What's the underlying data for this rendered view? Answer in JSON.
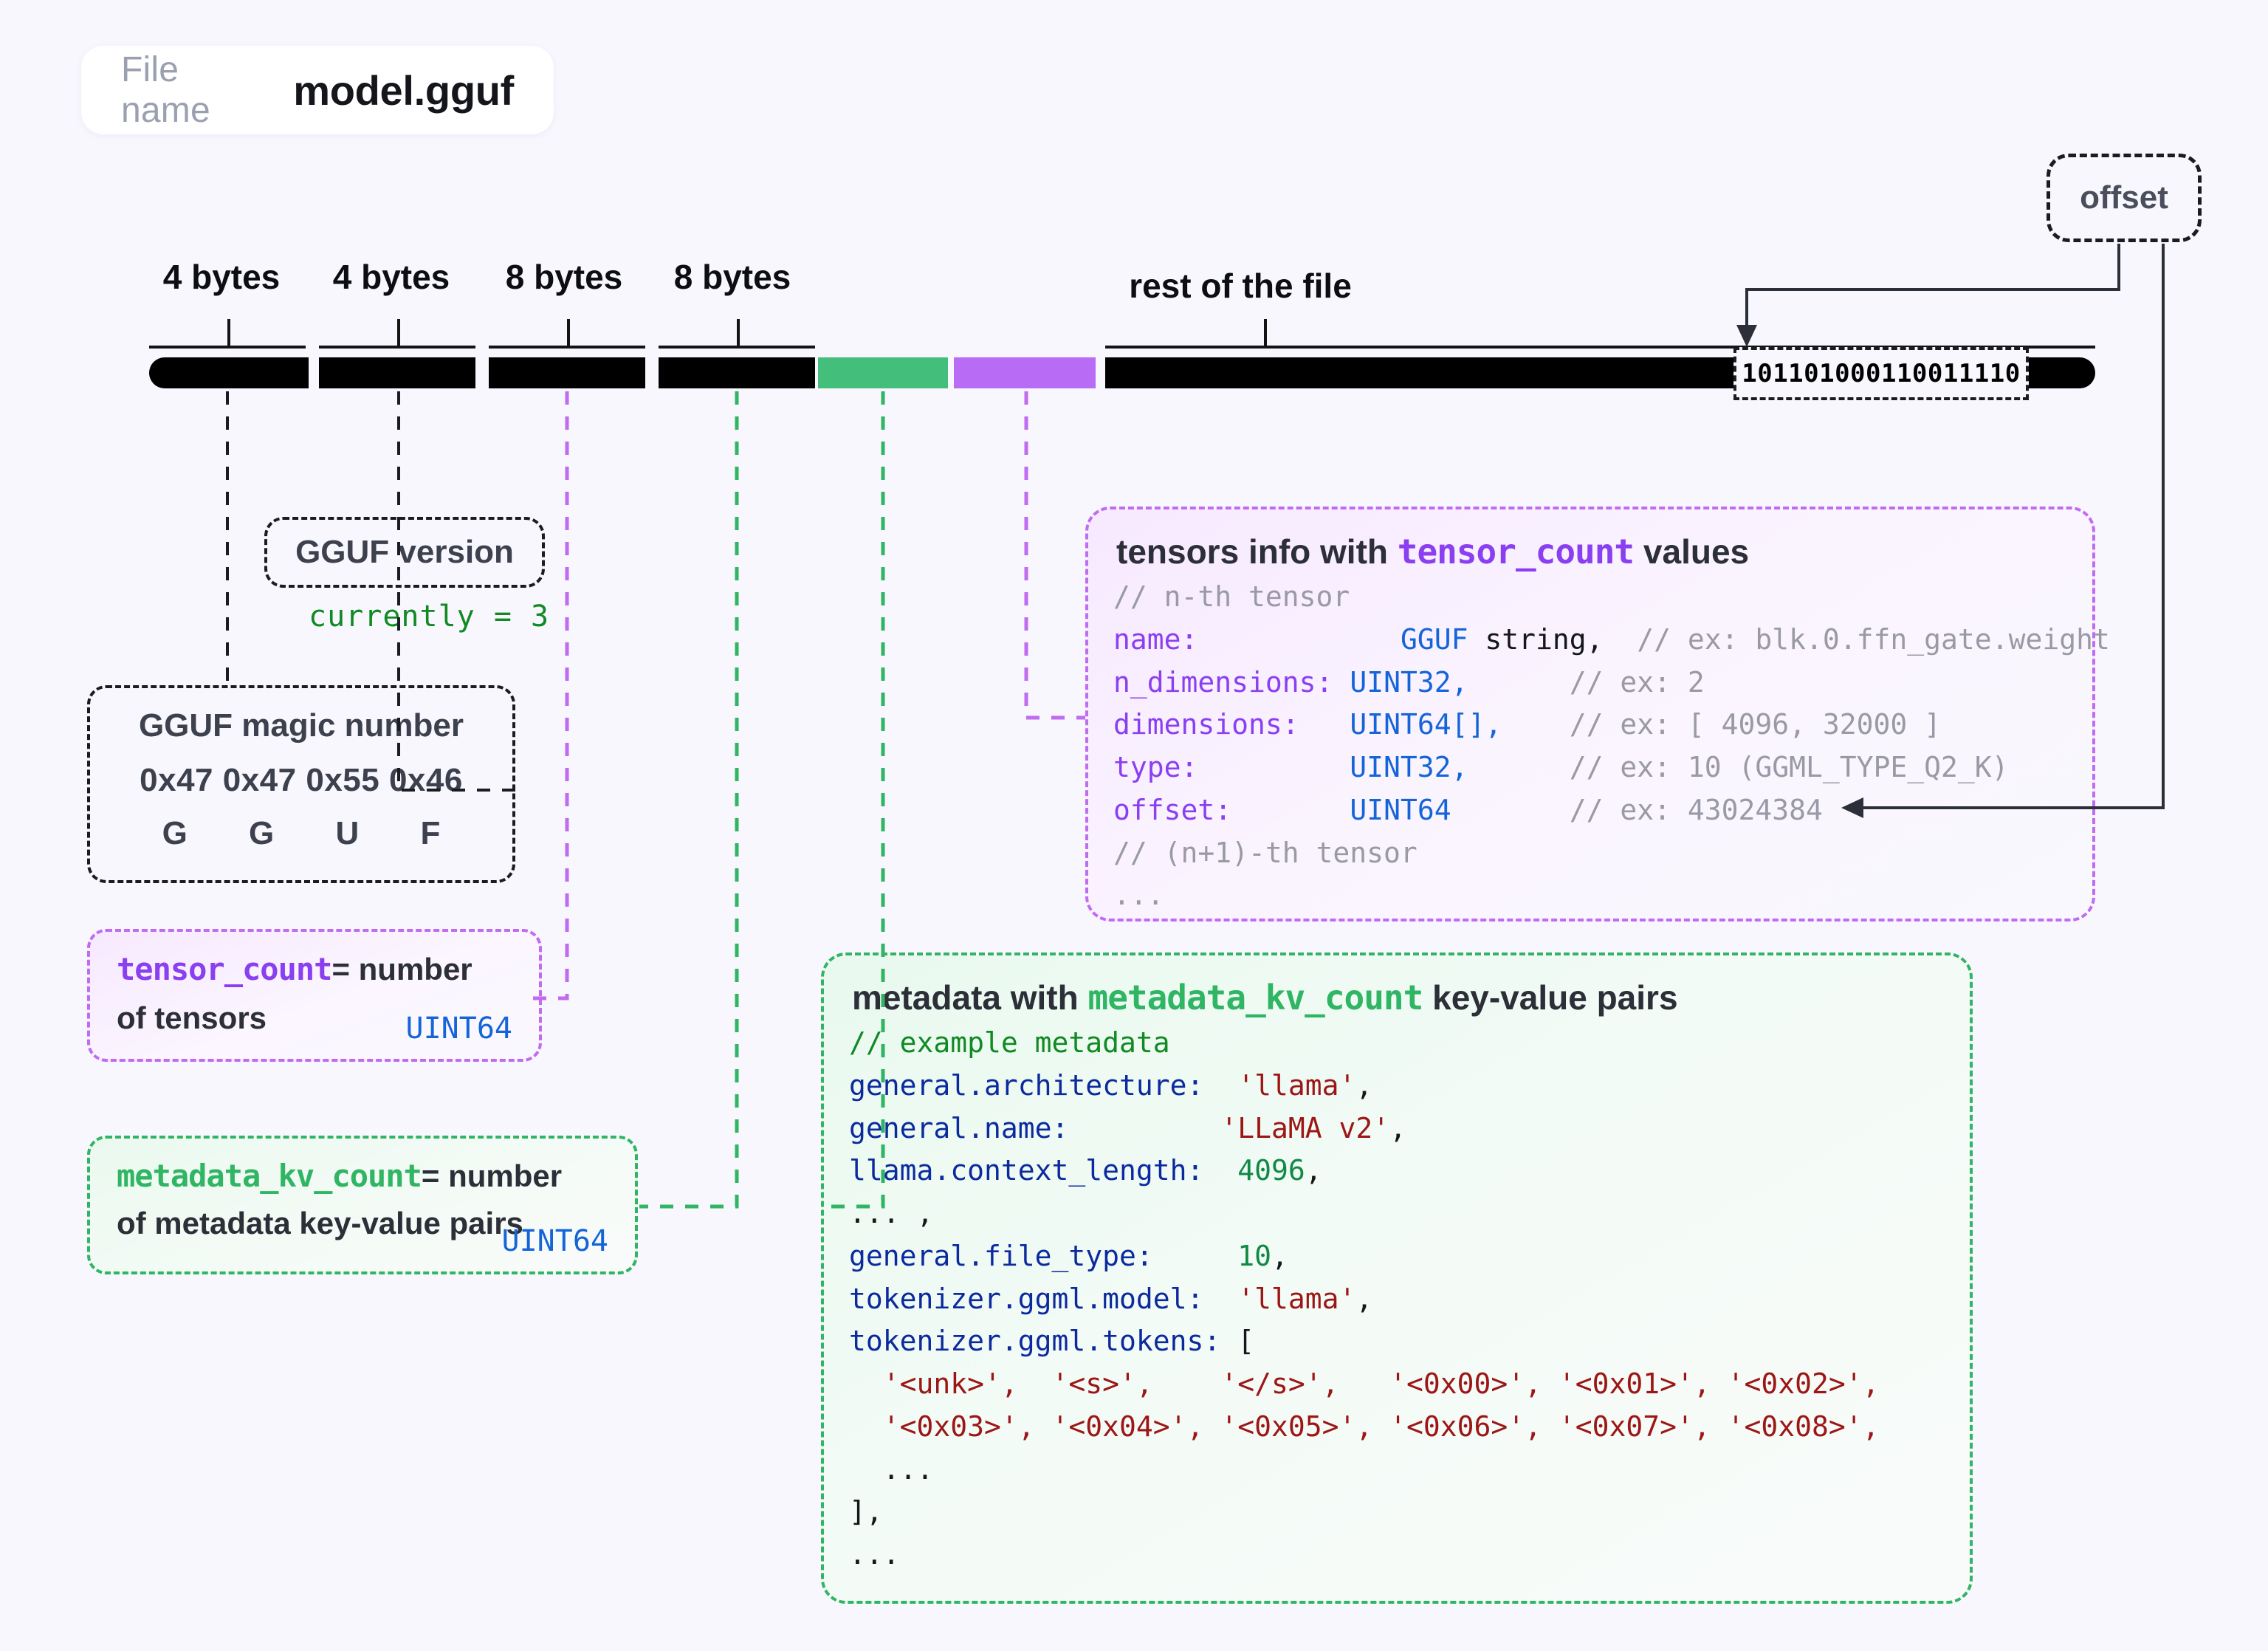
{
  "file": {
    "label": "File name",
    "value": "model.gguf"
  },
  "bar": {
    "spans": [
      {
        "label": "4 bytes"
      },
      {
        "label": "4 bytes"
      },
      {
        "label": "8 bytes"
      },
      {
        "label": "8 bytes"
      },
      {
        "label": "rest of the file"
      }
    ],
    "binary_chip": "101101000110011110",
    "colors": {
      "black": "#000000",
      "green": "#44bf7b",
      "purple": "#b86bf5"
    }
  },
  "offset_pill": {
    "label": "offset"
  },
  "callouts": {
    "gguf_version": {
      "title": "GGUF version",
      "note": "currently = 3"
    },
    "gguf_magic": {
      "title": "GGUF magic number",
      "hex": "0x47 0x47 0x55 0x46",
      "chars": [
        "G",
        "G",
        "U",
        "F"
      ]
    },
    "tensor_count": {
      "name": "tensor_count",
      "eq": "= number",
      "line2": "of tensors",
      "type": "UINT64",
      "color": "#8a3ff0"
    },
    "metadata_kv_count": {
      "name": "metadata_kv_count",
      "eq": "= number",
      "line2": "of metadata key-value pairs",
      "type": "UINT64",
      "color": "#2fb563"
    }
  },
  "tensors_panel": {
    "title_pre": "tensors info with ",
    "title_mono": "tensor_count",
    "title_post": " values",
    "lines": [
      {
        "comment": "// n-th tensor"
      },
      {
        "key": "name:",
        "pad": "            ",
        "type": "GGUF",
        "type2": " string,",
        "gap": "  ",
        "comment": "// ex: blk.0.ffn_gate.weight"
      },
      {
        "key": "n_dimensions:",
        "pad": " ",
        "type": "UINT32,",
        "gap": "      ",
        "comment": "// ex: 2"
      },
      {
        "key": "dimensions:",
        "pad": "   ",
        "type": "UINT64[],",
        "gap": "    ",
        "comment": "// ex: [ 4096, 32000 ]"
      },
      {
        "key": "type:",
        "pad": "         ",
        "type": "UINT32,",
        "gap": "      ",
        "comment": "// ex: 10 (GGML_TYPE_Q2_K)"
      },
      {
        "key": "offset:",
        "pad": "       ",
        "type": "UINT64",
        "gap": "       ",
        "comment": "// ex: 43024384"
      },
      {
        "comment": "// (n+1)-th tensor"
      },
      {
        "comment": "..."
      }
    ]
  },
  "metadata_panel": {
    "title_pre": "metadata with ",
    "title_mono": "metadata_kv_count",
    "title_post": " key-value pairs",
    "comment": "// example metadata",
    "rows": [
      {
        "key": "general.architecture:",
        "pad": "  ",
        "value": "'llama'",
        "vtype": "str",
        "tail": ","
      },
      {
        "key": "general.name:",
        "pad": "         ",
        "value": "'LLaMA v2'",
        "vtype": "str",
        "tail": ","
      },
      {
        "key": "llama.context_length:",
        "pad": "  ",
        "value": "4096",
        "vtype": "num",
        "tail": ","
      },
      {
        "key": "... ,",
        "pad": "",
        "value": "",
        "vtype": "plain",
        "tail": ""
      },
      {
        "key": "general.file_type:",
        "pad": "     ",
        "value": "10",
        "vtype": "num",
        "tail": ","
      },
      {
        "key": "tokenizer.ggml.model:",
        "pad": "  ",
        "value": "'llama'",
        "vtype": "str",
        "tail": ","
      },
      {
        "key": "tokenizer.ggml.tokens:",
        "pad": " ",
        "value": "[",
        "vtype": "plain",
        "tail": ""
      }
    ],
    "token_rows": [
      "  '<unk>',  '<s>',    '</s>',   '<0x00>', '<0x01>', '<0x02>',",
      "  '<0x03>', '<0x04>', '<0x05>', '<0x06>', '<0x07>', '<0x08>',"
    ],
    "token_ellipsis": "  ...",
    "close_bracket": "],",
    "trailing_ellipsis": "..."
  }
}
